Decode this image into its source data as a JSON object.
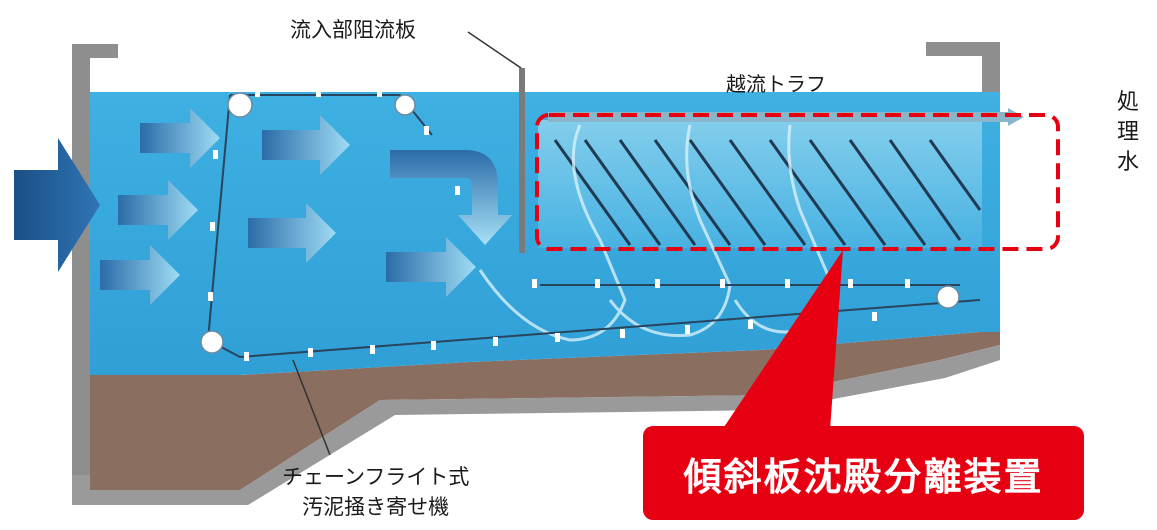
{
  "labels": {
    "inlet_baffle": "流入部阻流板",
    "overflow_trough": "越流トラフ",
    "treated_water": "処理水",
    "chain_flight_line1": "チェーンフライト式",
    "chain_flight_line2": "汚泥掻き寄せ機",
    "callout": "傾斜板沈殿分離装置"
  },
  "colors": {
    "water": "#3aa9de",
    "tank_wall": "#8e8e8e",
    "sludge": "#8a6e60",
    "arrow": "#1a5d95",
    "highlight": "#e60012"
  },
  "icons": {
    "inflow": "inflow-arrow-icon",
    "flow": "flow-arrow-icon",
    "plates": "inclined-plate-icon"
  }
}
